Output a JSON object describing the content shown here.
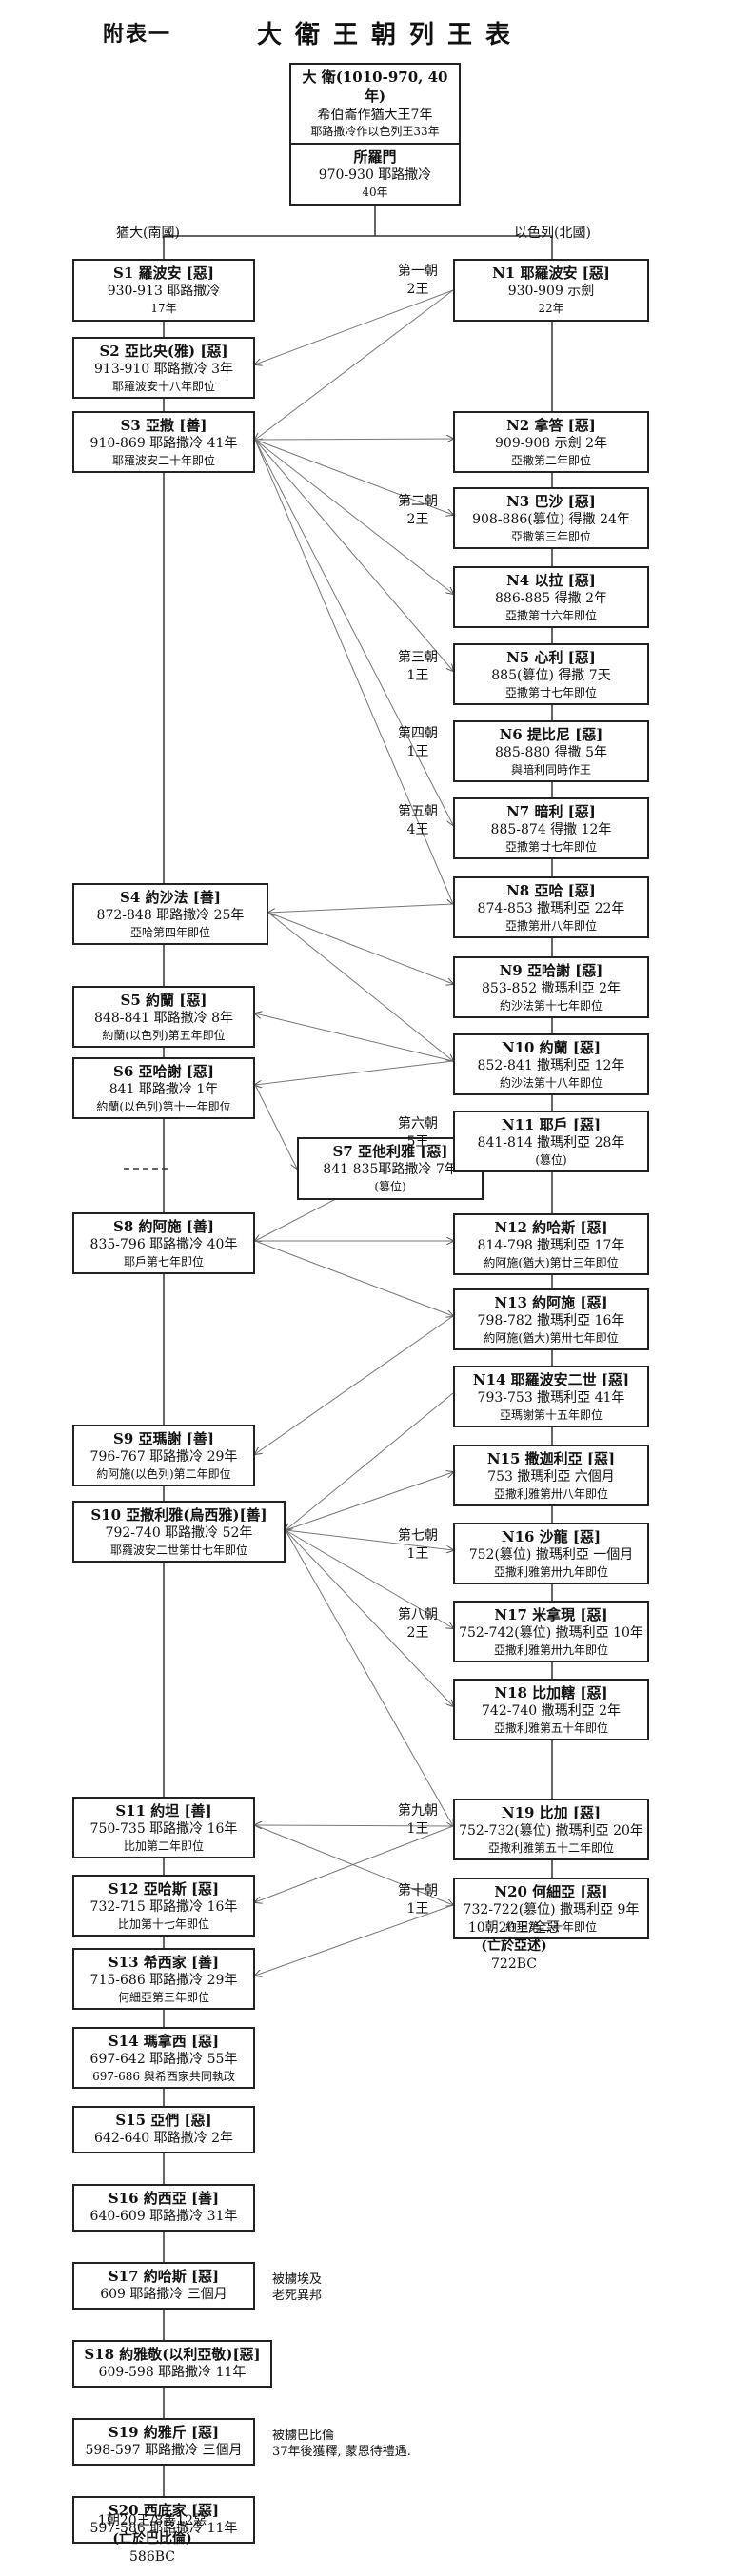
{
  "header": {
    "appendix": "附表一",
    "title": "大衛王朝列王表"
  },
  "top": [
    {
      "id": "david",
      "lines": [
        "大 衛(1010-970, 40年)",
        "希伯崙作猶大王7年",
        "耶路撒冷作以色列王33年"
      ]
    },
    {
      "id": "solomon",
      "lines": [
        "所羅門",
        "970-930 耶路撒冷",
        "40年"
      ]
    }
  ],
  "kingdoms": {
    "south": "猶大(南國)",
    "north": "以色列(北國)"
  },
  "south_kings": [
    {
      "id": "S1",
      "lines": [
        "S1 羅波安 [惡]",
        "930-913 耶路撒冷",
        "17年"
      ]
    },
    {
      "id": "S2",
      "lines": [
        "S2 亞比央(雅) [惡]",
        "913-910 耶路撒冷 3年",
        "耶羅波安十八年即位"
      ]
    },
    {
      "id": "S3",
      "lines": [
        "S3 亞撒 [善]",
        "910-869 耶路撒冷 41年",
        "耶羅波安二十年即位"
      ]
    },
    {
      "id": "S4",
      "lines": [
        "S4 約沙法 [善]",
        "872-848 耶路撒冷 25年",
        "亞哈第四年即位"
      ]
    },
    {
      "id": "S5",
      "lines": [
        "S5 約蘭 [惡]",
        "848-841 耶路撒冷 8年",
        "約蘭(以色列)第五年即位"
      ]
    },
    {
      "id": "S6",
      "lines": [
        "S6 亞哈謝 [惡]",
        "841 耶路撒冷 1年",
        "約蘭(以色列)第十一年即位"
      ]
    },
    {
      "id": "S7",
      "lines": [
        "S7 亞他利雅 [惡]",
        "841-835耶路撒冷 7年",
        "(篡位)"
      ]
    },
    {
      "id": "S8",
      "lines": [
        "S8 約阿施 [善]",
        "835-796 耶路撒冷 40年",
        "耶戶第七年即位"
      ]
    },
    {
      "id": "S9",
      "lines": [
        "S9 亞瑪謝 [善]",
        "796-767 耶路撒冷 29年",
        "約阿施(以色列)第二年即位"
      ]
    },
    {
      "id": "S10",
      "lines": [
        "S10 亞撒利雅(烏西雅)[善]",
        "792-740 耶路撒冷 52年",
        "耶羅波安二世第廿七年即位"
      ]
    },
    {
      "id": "S11",
      "lines": [
        "S11 約坦 [善]",
        "750-735 耶路撒冷 16年",
        "比加第二年即位"
      ]
    },
    {
      "id": "S12",
      "lines": [
        "S12 亞哈斯 [惡]",
        "732-715 耶路撒冷 16年",
        "比加第十七年即位"
      ]
    },
    {
      "id": "S13",
      "lines": [
        "S13 希西家 [善]",
        "715-686 耶路撒冷 29年",
        "何細亞第三年即位"
      ]
    },
    {
      "id": "S14",
      "lines": [
        "S14 瑪拿西 [惡]",
        "697-642 耶路撒冷 55年",
        "697-686 與希西家共同執政"
      ]
    },
    {
      "id": "S15",
      "lines": [
        "S15 亞們 [惡]",
        "642-640 耶路撒冷 2年"
      ]
    },
    {
      "id": "S16",
      "lines": [
        "S16 約西亞 [善]",
        "640-609 耶路撒冷 31年"
      ]
    },
    {
      "id": "S17",
      "lines": [
        "S17 約哈斯 [惡]",
        "609 耶路撒冷 三個月"
      ]
    },
    {
      "id": "S18",
      "lines": [
        "S18 約雅敬(以利亞敬)[惡]",
        "609-598 耶路撒冷 11年"
      ]
    },
    {
      "id": "S19",
      "lines": [
        "S19 約雅斤 [惡]",
        "598-597 耶路撒冷 三個月"
      ]
    },
    {
      "id": "S20",
      "lines": [
        "S20 西底家 [惡]",
        "597-586 耶路撒冷 11年"
      ]
    }
  ],
  "north_kings": [
    {
      "id": "N1",
      "lines": [
        "N1 耶羅波安 [惡]",
        "930-909 示劍",
        "22年"
      ]
    },
    {
      "id": "N2",
      "lines": [
        "N2 拿答 [惡]",
        "909-908 示劍 2年",
        "亞撒第二年即位"
      ]
    },
    {
      "id": "N3",
      "lines": [
        "N3 巴沙 [惡]",
        "908-886(篡位) 得撒 24年",
        "亞撒第三年即位"
      ]
    },
    {
      "id": "N4",
      "lines": [
        "N4 以拉 [惡]",
        "886-885 得撒 2年",
        "亞撒第廿六年即位"
      ]
    },
    {
      "id": "N5",
      "lines": [
        "N5 心利 [惡]",
        "885(篡位) 得撒 7天",
        "亞撒第廿七年即位"
      ]
    },
    {
      "id": "N6",
      "lines": [
        "N6 提比尼 [惡]",
        "885-880 得撒 5年",
        "與暗利同時作王"
      ]
    },
    {
      "id": "N7",
      "lines": [
        "N7 暗利 [惡]",
        "885-874 得撒 12年",
        "亞撒第廿七年即位"
      ]
    },
    {
      "id": "N8",
      "lines": [
        "N8 亞哈 [惡]",
        "874-853 撒瑪利亞 22年",
        "亞撒第卅八年即位"
      ]
    },
    {
      "id": "N9",
      "lines": [
        "N9 亞哈謝 [惡]",
        "853-852 撒瑪利亞 2年",
        "約沙法第十七年即位"
      ]
    },
    {
      "id": "N10",
      "lines": [
        "N10 約蘭 [惡]",
        "852-841 撒瑪利亞 12年",
        "約沙法第十八年即位"
      ]
    },
    {
      "id": "N11",
      "lines": [
        "N11 耶戶 [惡]",
        "841-814 撒瑪利亞 28年",
        "(篡位)"
      ]
    },
    {
      "id": "N12",
      "lines": [
        "N12 約哈斯 [惡]",
        "814-798 撒瑪利亞 17年",
        "約阿施(猶大)第廿三年即位"
      ]
    },
    {
      "id": "N13",
      "lines": [
        "N13 約阿施 [惡]",
        "798-782 撒瑪利亞 16年",
        "約阿施(猶大)第卅七年即位"
      ]
    },
    {
      "id": "N14",
      "lines": [
        "N14 耶羅波安二世 [惡]",
        "793-753 撒瑪利亞 41年",
        "亞瑪謝第十五年即位"
      ]
    },
    {
      "id": "N15",
      "lines": [
        "N15 撒迦利亞 [惡]",
        "753 撒瑪利亞 六個月",
        "亞撒利雅第卅八年即位"
      ]
    },
    {
      "id": "N16",
      "lines": [
        "N16 沙龍 [惡]",
        "752(篡位) 撒瑪利亞 一個月",
        "亞撒利雅第卅九年即位"
      ]
    },
    {
      "id": "N17",
      "lines": [
        "N17 米拿現 [惡]",
        "752-742(篡位) 撒瑪利亞 10年",
        "亞撒利雅第卅九年即位"
      ]
    },
    {
      "id": "N18",
      "lines": [
        "N18 比加轄 [惡]",
        "742-740 撒瑪利亞 2年",
        "亞撒利雅第五十年即位"
      ]
    },
    {
      "id": "N19",
      "lines": [
        "N19 比加 [惡]",
        "752-732(篡位) 撒瑪利亞 20年",
        "亞撒利雅第五十二年即位"
      ]
    },
    {
      "id": "N20",
      "lines": [
        "N20 何細亞 [惡]",
        "732-722(篡位) 撒瑪利亞 9年",
        "約坦第二十年即位"
      ]
    }
  ],
  "dynasties": [
    {
      "for": "N1",
      "lines": [
        "第一朝",
        "2王"
      ]
    },
    {
      "for": "N3",
      "lines": [
        "第二朝",
        "2王"
      ]
    },
    {
      "for": "N5",
      "lines": [
        "第三朝",
        "1王"
      ]
    },
    {
      "for": "N6",
      "lines": [
        "第四朝",
        "1王"
      ]
    },
    {
      "for": "N7",
      "lines": [
        "第五朝",
        "4王"
      ]
    },
    {
      "for": "N11",
      "lines": [
        "第六朝",
        "5王"
      ]
    },
    {
      "for": "N16",
      "lines": [
        "第七朝",
        "1王"
      ]
    },
    {
      "for": "N17",
      "lines": [
        "第八朝",
        "2王"
      ]
    },
    {
      "for": "N19",
      "lines": [
        "第九朝",
        "1王"
      ]
    },
    {
      "for": "N20",
      "lines": [
        "第十朝",
        "1王"
      ]
    }
  ],
  "notes": {
    "S17": [
      "被擄埃及",
      "老死異邦"
    ],
    "S19": [
      "被擄巴比倫",
      "37年後獲釋, 蒙恩待禮遇."
    ]
  },
  "north_end": [
    "10朝20王/全惡",
    "(亡於亞述)",
    "722BC"
  ],
  "south_end": [
    "1朝20王/8善12惡",
    "(亡於巴比倫)",
    "586BC"
  ]
}
